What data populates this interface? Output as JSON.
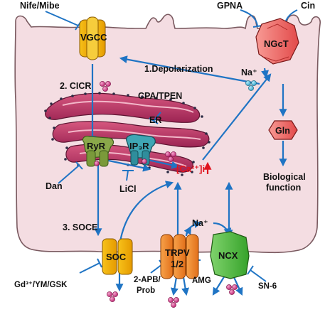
{
  "labels": {
    "nife_mibe": "Nife/Mibe",
    "gpna": "GPNA",
    "cin": "Cin",
    "vgcc": "VGCC",
    "ngct": "NGcT",
    "depolarization": "1.Depolarization",
    "na_top": "Na⁺",
    "cicr": "2. CICR",
    "cpa_tpen": "CPA/TPEN",
    "er": "ER",
    "ryr": "RyR",
    "ip3r": "IP₃R",
    "dan": "Dan",
    "licl": "LiCl",
    "ca_i": "[Ca²⁺]i",
    "gln": "Gln",
    "biological_function_line1": "Biological",
    "biological_function_line2": "function",
    "soce": "3. SOCE",
    "na_mid": "Na⁺",
    "soc": "SOC",
    "trpv_line1": "TRPV",
    "trpv_line2": "1/2",
    "ncx": "NCX",
    "gd_ym_gsk": "Gd³⁺/YM/GSK",
    "apb_line1": "2-APB/",
    "apb_line2": "Prob",
    "amg": "AMG",
    "sn6": "SN-6"
  },
  "colors": {
    "cell_fill": "#f4dde2",
    "cell_stroke": "#7a5a60",
    "arrow": "#1f74c4",
    "calcium_ion": "#d63a8c",
    "sodium_ion": "#46b4d8",
    "ca_text": "#e0141e",
    "vgcc": "#f2b705",
    "ngct": "#f06a6a",
    "soc": "#f2b705",
    "trpv": "#f08a2a",
    "ncx": "#4cbb3c",
    "ryr": "#8aa84a",
    "ip3r": "#3fa6b4",
    "gln": "#f07860",
    "er": "#c0396a"
  }
}
